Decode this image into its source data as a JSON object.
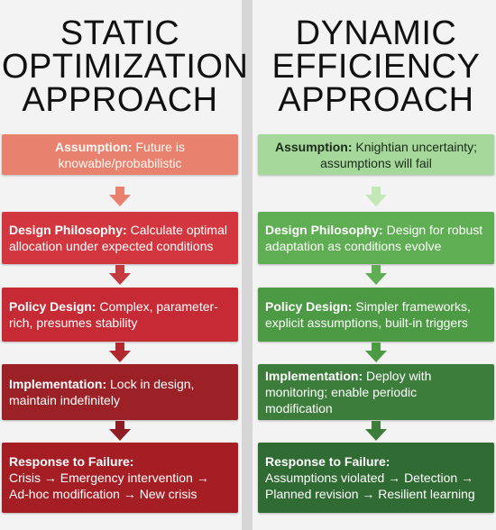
{
  "left": {
    "title": "STATIC\nOPTIMIZATION\nAPPROACH",
    "boxes": [
      {
        "label": "Assumption:",
        "text": " Future is knowable/probabilistic",
        "color": "#e8826f"
      },
      {
        "label": "Design Philosophy:",
        "text": " Calculate optimal allocation under expected conditions",
        "color": "#d2363f"
      },
      {
        "label": "Policy Design:",
        "text": " Complex, parameter-rich, presumes stability",
        "color": "#c52a35"
      },
      {
        "label": "Implementation:",
        "text": " Lock in design, maintain indefinitely",
        "color": "#9b2126"
      },
      {
        "label": "Response to Failure:",
        "text": "Crisis → Emergency intervention → Ad-hoc modification → New crisis",
        "color": "#a51e24"
      }
    ],
    "arrow_colors": [
      "#e8826f",
      "#c33a3f",
      "#b2282f",
      "#8e1c22"
    ]
  },
  "right": {
    "title": "DYNAMIC\nEFFICIENCY\nAPPROACH",
    "boxes": [
      {
        "label": "Assumption:",
        "text": " Knightian uncertainty; assumptions will fail",
        "color": "#a6d89b"
      },
      {
        "label": "Design Philosophy:",
        "text": " Design for robust adaptation as conditions evolve",
        "color": "#5fae53"
      },
      {
        "label": "Policy Design:",
        "text": " Simpler frameworks, explicit assumptions, built-in triggers",
        "color": "#4d9a45"
      },
      {
        "label": "Implementation:",
        "text": " Deploy with monitoring; enable periodic modification",
        "color": "#3d7d3b"
      },
      {
        "label": "Response to Failure:",
        "text": "Assumptions violated → Detection → Planned revision → Resilient learning",
        "color": "#2f6b32"
      }
    ],
    "arrow_colors": [
      "#c3e8b8",
      "#5fae53",
      "#4d9a45",
      "#3d7d3b"
    ]
  }
}
